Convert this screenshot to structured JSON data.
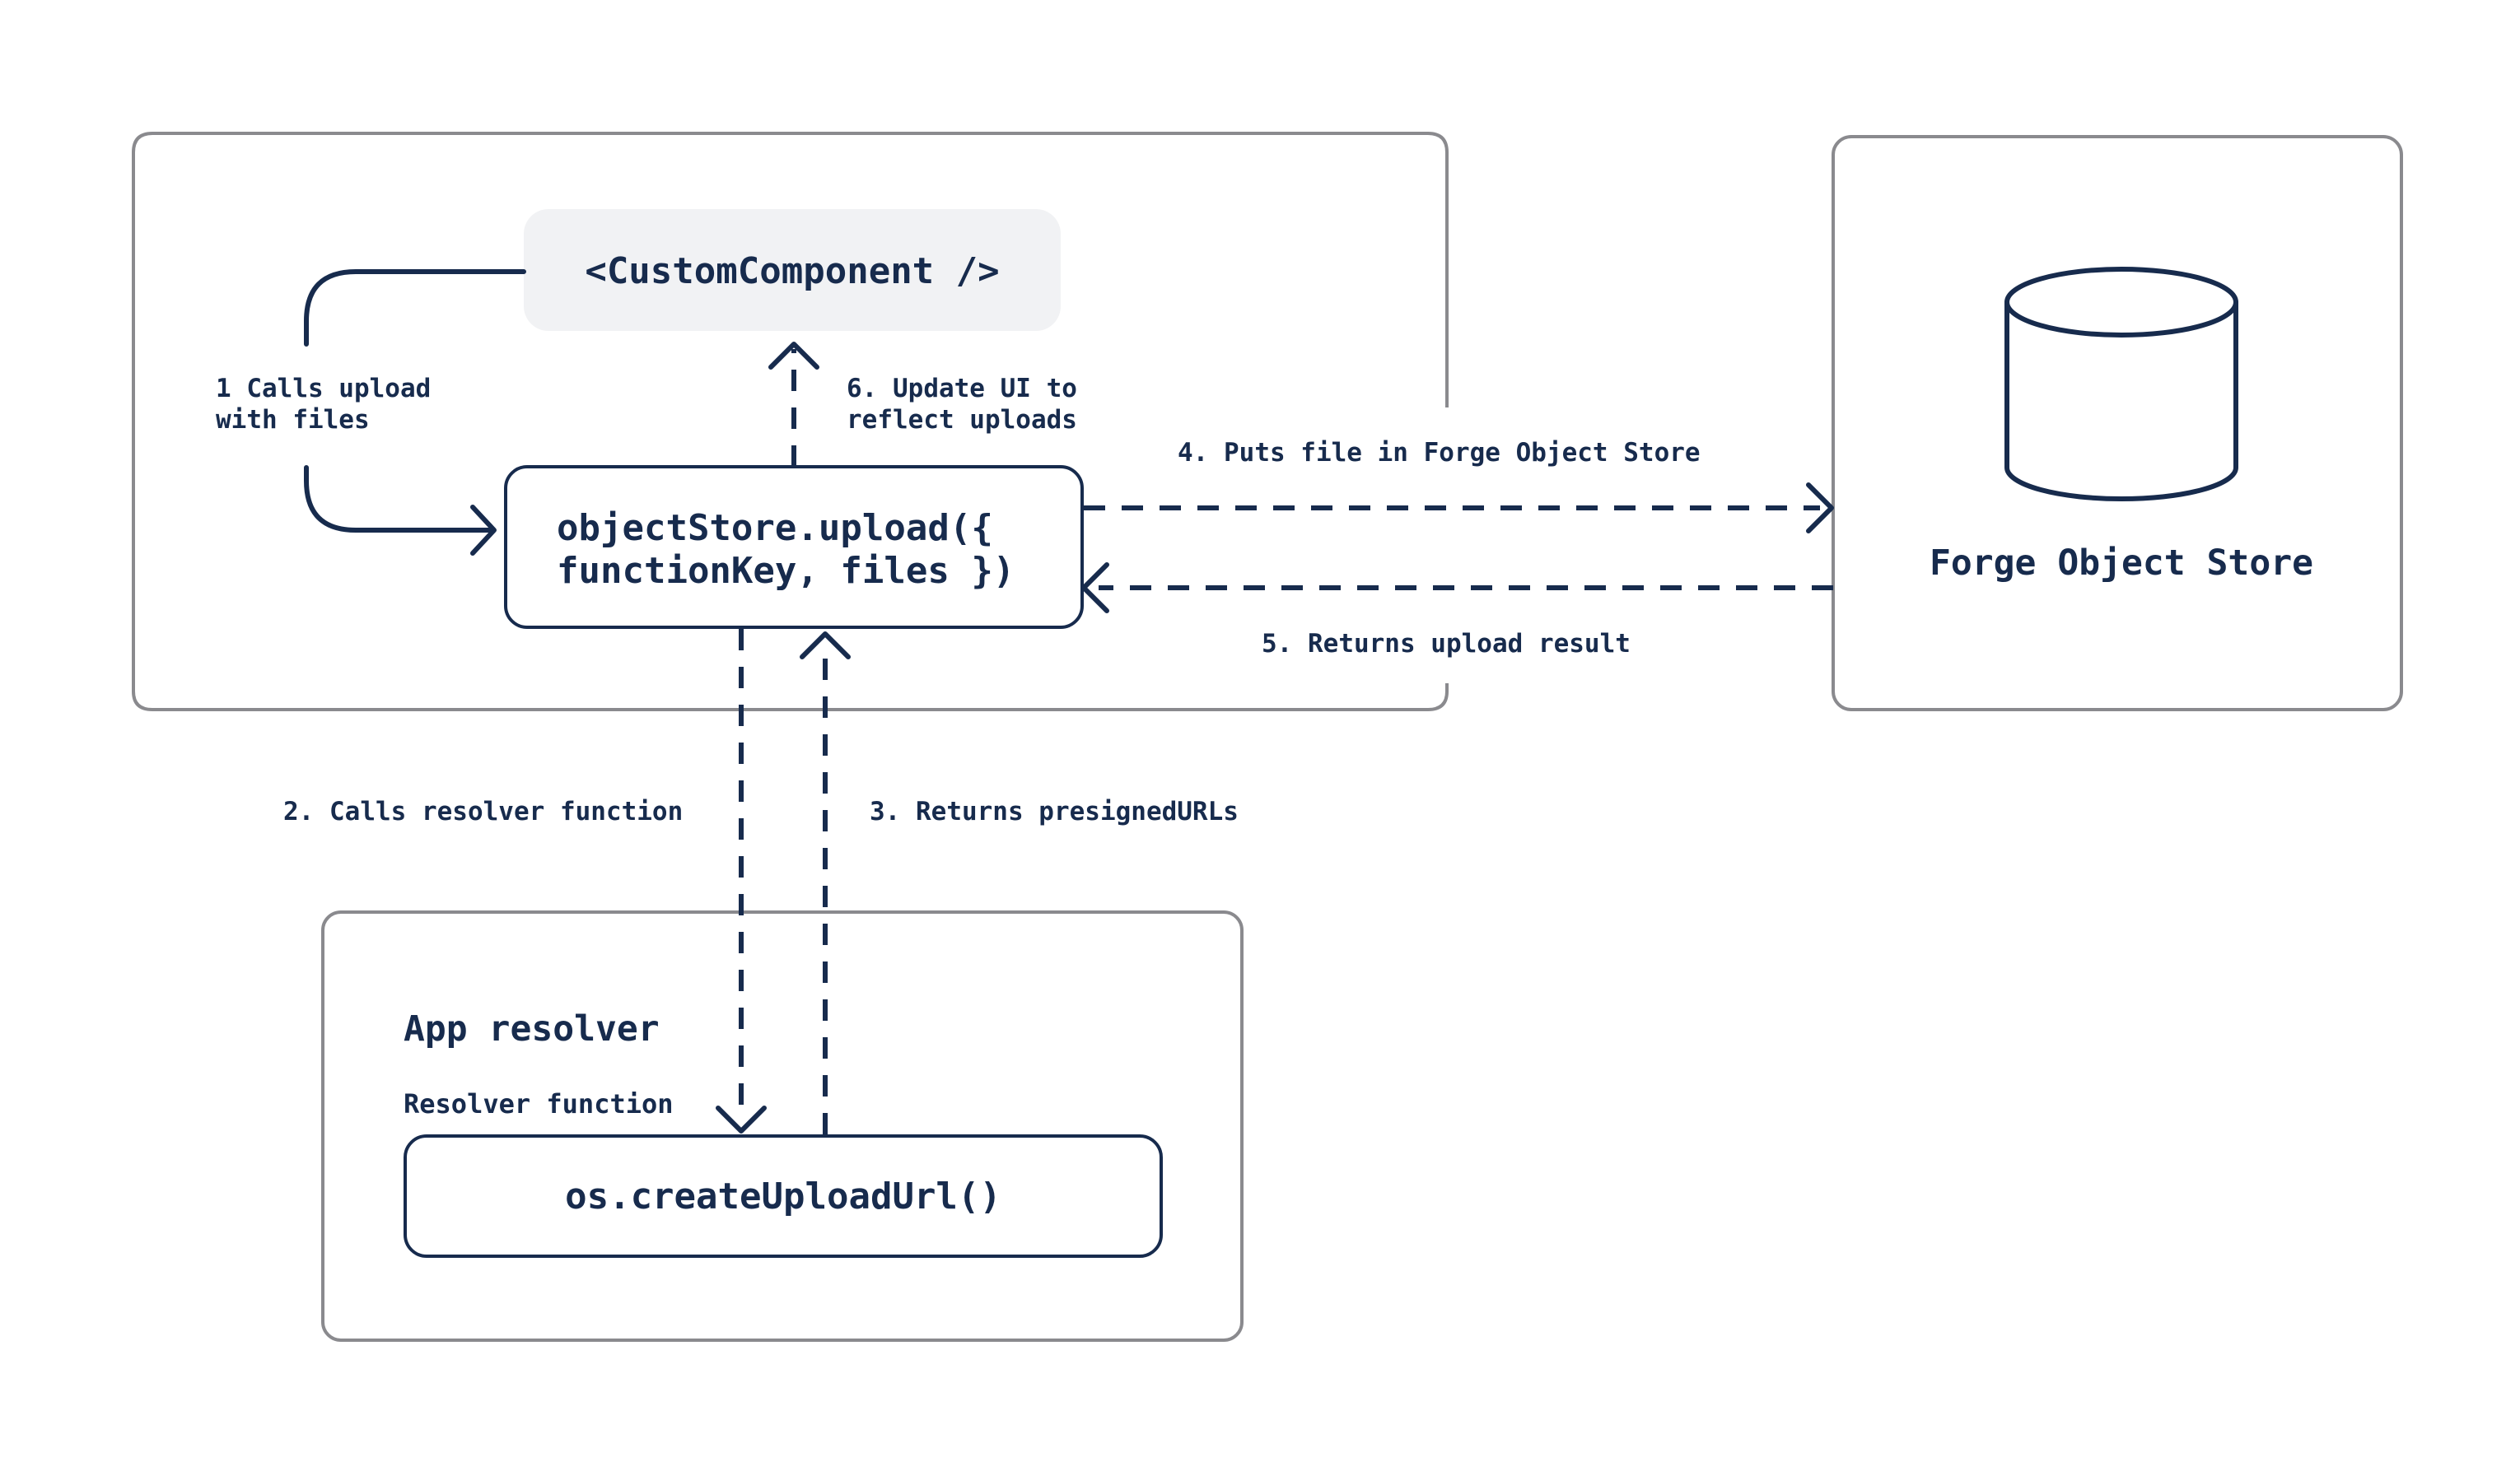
{
  "frontend": {
    "component_label": "<CustomComponent />",
    "upload_call_line1": "objectStore.upload({",
    "upload_call_line2": "functionKey, files })"
  },
  "store": {
    "title": "Forge Object Store"
  },
  "resolver": {
    "title": "App resolver",
    "function_label": "Resolver function",
    "call_label": "os.createUploadUrl()"
  },
  "steps": {
    "step1_line1": "1 Calls upload",
    "step1_line2": "with files",
    "step2": "2. Calls resolver function",
    "step3": "3. Returns presignedURLs",
    "step4": "4. Puts file in Forge Object Store",
    "step5": "5. Returns upload result",
    "step6_line1": "6. Update UI to",
    "step6_line2": "reflect uploads"
  },
  "colors": {
    "ink": "#172b4d",
    "frame": "#8a8a8e",
    "component_fill": "#f1f2f4"
  }
}
